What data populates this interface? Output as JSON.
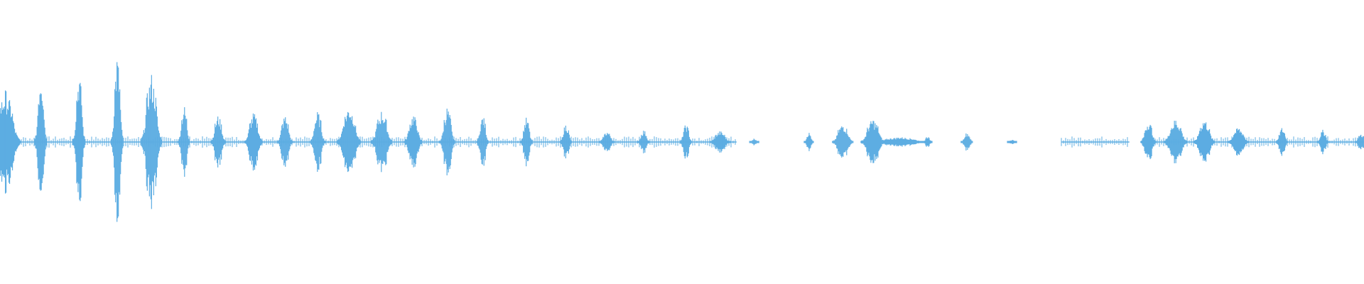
{
  "waveform": {
    "color": "#5dade2",
    "background": "#ffffff",
    "bursts": [
      {
        "t": 0.004,
        "amp": 0.42,
        "w": 0.01
      },
      {
        "t": 0.03,
        "amp": 0.6,
        "w": 0.004
      },
      {
        "t": 0.058,
        "amp": 0.58,
        "w": 0.004
      },
      {
        "t": 0.086,
        "amp": 0.72,
        "w": 0.004
      },
      {
        "t": 0.111,
        "amp": 0.55,
        "w": 0.007
      },
      {
        "t": 0.135,
        "amp": 0.3,
        "w": 0.004
      },
      {
        "t": 0.16,
        "amp": 0.22,
        "w": 0.005
      },
      {
        "t": 0.186,
        "amp": 0.24,
        "w": 0.006
      },
      {
        "t": 0.209,
        "amp": 0.22,
        "w": 0.005
      },
      {
        "t": 0.233,
        "amp": 0.25,
        "w": 0.005
      },
      {
        "t": 0.256,
        "amp": 0.3,
        "w": 0.008
      },
      {
        "t": 0.28,
        "amp": 0.26,
        "w": 0.007
      },
      {
        "t": 0.303,
        "amp": 0.23,
        "w": 0.006
      },
      {
        "t": 0.328,
        "amp": 0.29,
        "w": 0.005
      },
      {
        "t": 0.354,
        "amp": 0.22,
        "w": 0.004
      },
      {
        "t": 0.386,
        "amp": 0.2,
        "w": 0.004
      },
      {
        "t": 0.415,
        "amp": 0.15,
        "w": 0.004
      },
      {
        "t": 0.445,
        "amp": 0.09,
        "w": 0.005
      },
      {
        "t": 0.472,
        "amp": 0.1,
        "w": 0.004
      },
      {
        "t": 0.503,
        "amp": 0.15,
        "w": 0.004
      },
      {
        "t": 0.528,
        "amp": 0.09,
        "w": 0.007
      },
      {
        "t": 0.553,
        "amp": 0.03,
        "w": 0.003
      },
      {
        "t": 0.593,
        "amp": 0.08,
        "w": 0.003
      },
      {
        "t": 0.618,
        "amp": 0.15,
        "w": 0.007
      },
      {
        "t": 0.64,
        "amp": 0.19,
        "w": 0.008
      },
      {
        "t": 0.66,
        "amp": 0.04,
        "w": 0.02
      },
      {
        "t": 0.68,
        "amp": 0.05,
        "w": 0.003
      },
      {
        "t": 0.709,
        "amp": 0.08,
        "w": 0.004
      },
      {
        "t": 0.742,
        "amp": 0.02,
        "w": 0.003
      },
      {
        "t": 0.842,
        "amp": 0.18,
        "w": 0.005
      },
      {
        "t": 0.862,
        "amp": 0.19,
        "w": 0.008
      },
      {
        "t": 0.883,
        "amp": 0.19,
        "w": 0.007
      },
      {
        "t": 0.908,
        "amp": 0.12,
        "w": 0.007
      },
      {
        "t": 0.94,
        "amp": 0.12,
        "w": 0.004
      },
      {
        "t": 0.97,
        "amp": 0.1,
        "w": 0.004
      },
      {
        "t": 0.998,
        "amp": 0.07,
        "w": 0.004
      }
    ],
    "flat_segments": [
      [
        0.0,
        0.54
      ],
      [
        0.598,
        0.578
      ],
      [
        0.778,
        0.828
      ],
      [
        0.836,
        1.0
      ]
    ]
  }
}
